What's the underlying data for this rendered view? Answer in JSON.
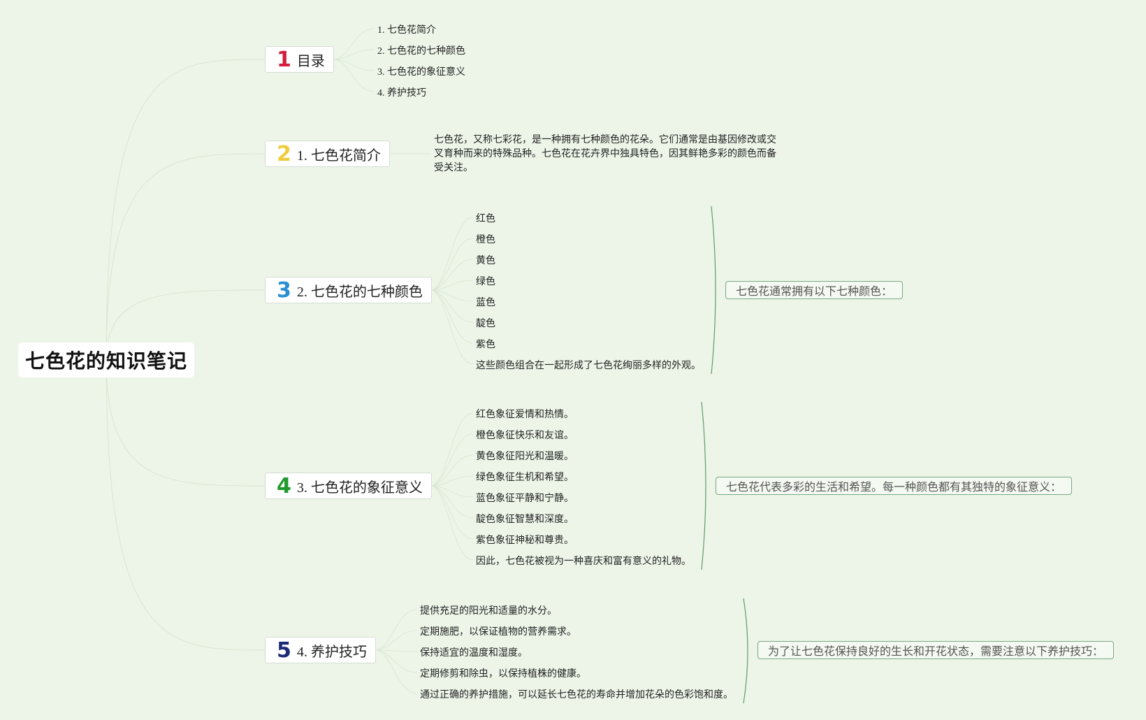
{
  "title": "七色花的知识笔记",
  "colors": {
    "background": "#edf5e8",
    "connector": "#dbe8d4",
    "bracket": "#5f9a6c",
    "num1": "#d41c3c",
    "num2": "#f0cc3c",
    "num3": "#2a8fd2",
    "num4": "#1f9a2c",
    "num5": "#1c2a78"
  },
  "branches": [
    {
      "num": "1",
      "label": "目录",
      "leaves": [
        "1. 七色花简介",
        "2. 七色花的七种颜色",
        "3. 七色花的象征意义",
        "4. 养护技巧"
      ]
    },
    {
      "num": "2",
      "label": "1. 七色花简介",
      "paragraph": "七色花，又称七彩花，是一种拥有七种颜色的花朵。它们通常是由基因修改或交叉育种而来的特殊品种。七色花在花卉界中独具特色，因其鲜艳多彩的颜色而备受关注。"
    },
    {
      "num": "3",
      "label": "2. 七色花的七种颜色",
      "leaves": [
        "红色",
        "橙色",
        "黄色",
        "绿色",
        "蓝色",
        "靛色",
        "紫色",
        "这些颜色组合在一起形成了七色花绚丽多样的外观。"
      ],
      "summary": "七色花通常拥有以下七种颜色："
    },
    {
      "num": "4",
      "label": "3. 七色花的象征意义",
      "leaves": [
        "红色象征爱情和热情。",
        "橙色象征快乐和友谊。",
        "黄色象征阳光和温暖。",
        "绿色象征生机和希望。",
        "蓝色象征平静和宁静。",
        "靛色象征智慧和深度。",
        "紫色象征神秘和尊贵。",
        "因此，七色花被视为一种喜庆和富有意义的礼物。"
      ],
      "summary": "七色花代表多彩的生活和希望。每一种颜色都有其独特的象征意义："
    },
    {
      "num": "5",
      "label": "4. 养护技巧",
      "leaves": [
        "提供充足的阳光和适量的水分。",
        "定期施肥，以保证植物的营养需求。",
        "保持适宜的温度和湿度。",
        "定期修剪和除虫，以保持植株的健康。",
        "通过正确的养护措施，可以延长七色花的寿命并增加花朵的色彩饱和度。"
      ],
      "summary": "为了让七色花保持良好的生长和开花状态，需要注意以下养护技巧："
    }
  ]
}
